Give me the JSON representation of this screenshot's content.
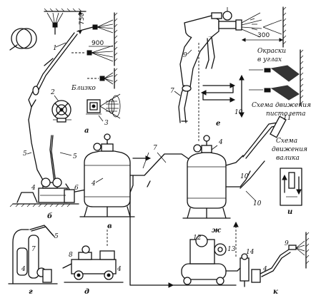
{
  "panel_letters": {
    "a": "а",
    "b": "б",
    "v": "в",
    "g": "г",
    "d": "д",
    "e": "е",
    "zh": "ж",
    "i": "и",
    "k": "к"
  },
  "texts": {
    "blizko": "Близко",
    "okraski_line1": "Окраски",
    "okraski_line2": "в углах",
    "schema_pistol_line1": "Схема движения",
    "schema_pistol_line2": "пистолета",
    "schema_roller_line1": "Схема",
    "schema_roller_line2": "движения",
    "schema_roller_line3": "валика"
  },
  "dimensions": {
    "d750": "750",
    "d900": "900",
    "d300": "300"
  },
  "numbers": {
    "n1": "1",
    "n2": "2",
    "n3": "3",
    "n4": "4",
    "n5": "5",
    "n6": "6",
    "n7": "7",
    "n8": "8",
    "n9": "9",
    "n10": "10",
    "n11": "11",
    "n12": "12",
    "n13": "13",
    "n14": "14"
  }
}
